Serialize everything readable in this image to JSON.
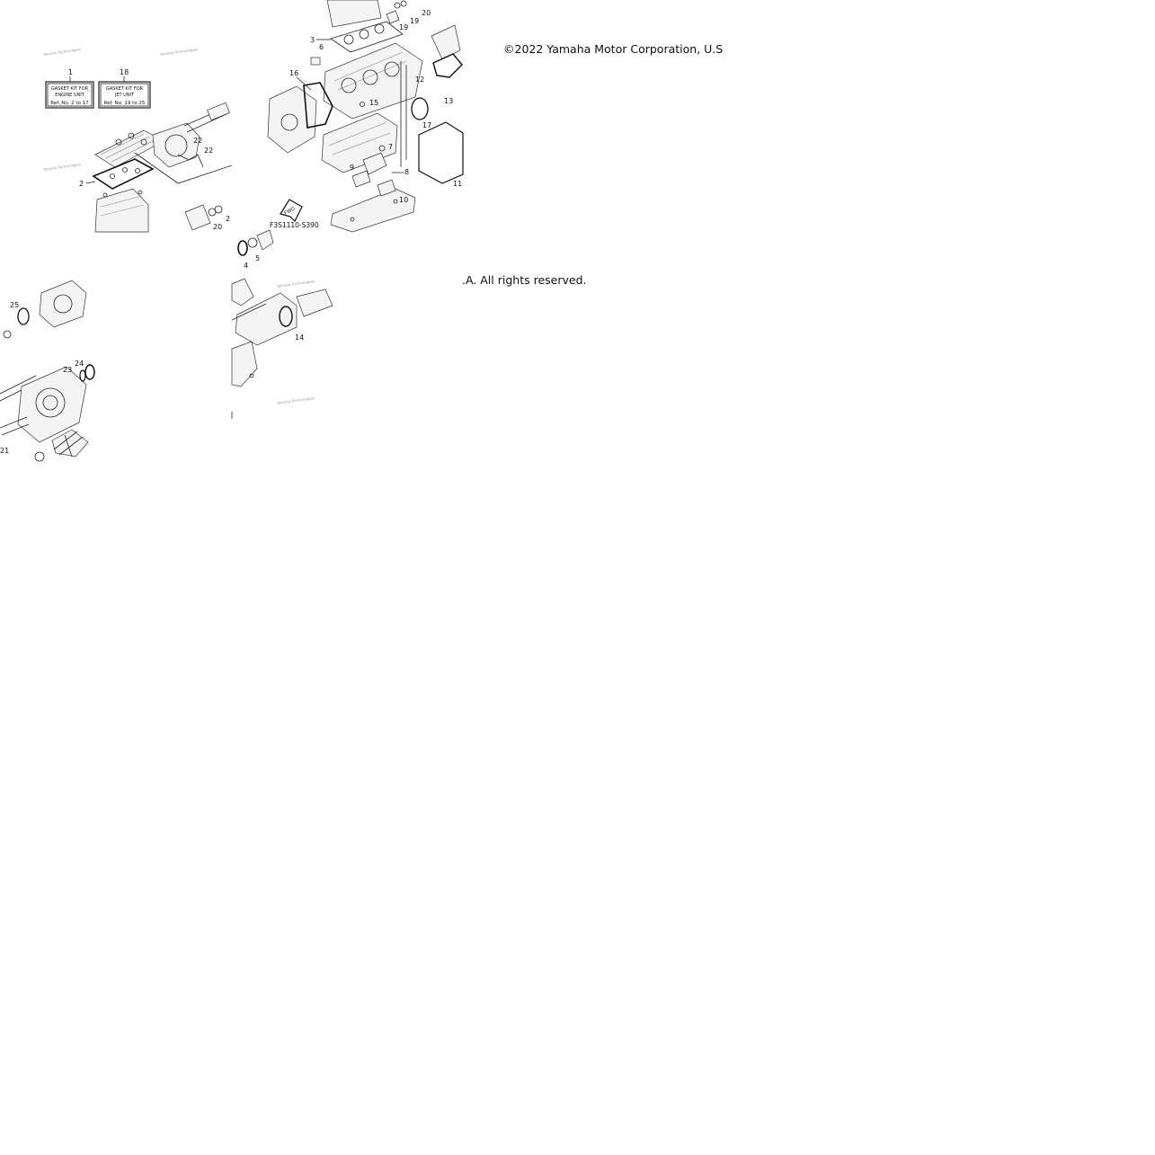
{
  "copyright": {
    "line1": "©2022 Yamaha Motor Corporation, U.S",
    "line2": ".A. All rights reserved."
  },
  "diagram": {
    "code": "F3S1110-S390",
    "fwd": "FWD",
    "watermark": "Yamaha Technologies",
    "kits": [
      {
        "ref": "1",
        "l1": "GASKET KIT FOR",
        "l2": "ENGINE UNIT",
        "l3": "Ref. No. 2 to 17"
      },
      {
        "ref": "18",
        "l1": "GASKET KIT FOR",
        "l2": "JET UNIT",
        "l3": "Ref. No. 19 to 25"
      }
    ],
    "callouts": {
      "n2": "2",
      "n3": "3",
      "n4": "4",
      "n5": "5",
      "n6": "6",
      "n7": "7",
      "n8": "8",
      "n9": "9",
      "n10": "10",
      "n11": "11",
      "n12": "12",
      "n13": "13",
      "n14": "14",
      "n15": "15",
      "n16": "16",
      "n17": "17",
      "n19": "19",
      "n20": "20",
      "n21": "21",
      "n22": "22",
      "n23": "23",
      "n24": "24",
      "n25": "25"
    }
  }
}
